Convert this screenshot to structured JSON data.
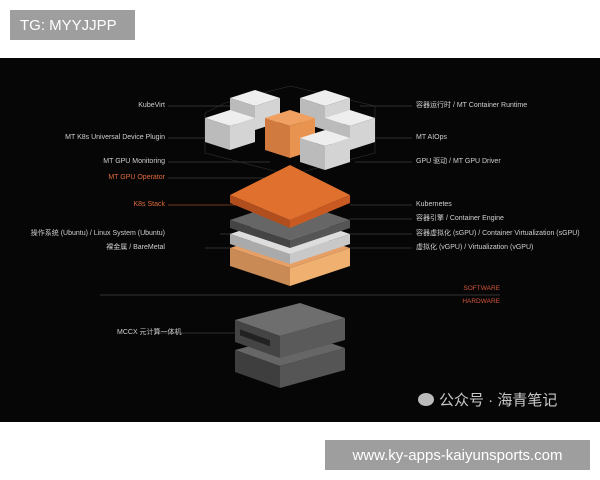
{
  "top_badge": "TG: MYYJJPP",
  "bottom_badge": "www.ky-apps-kaiyunsports.com",
  "diagram": {
    "left_labels": [
      "KubeVirt",
      "MT K8s Universal Device Plugin",
      "MT GPU Monitoring",
      "MT GPU Operator",
      "K8s Stack",
      "操作系统 (Ubuntu) / Linux System (Ubuntu)",
      "裸金属 / BareMetal"
    ],
    "right_labels": [
      "容器运行时 / MT Container Runtime",
      "MT AIOps",
      "GPU 驱动 / MT GPU Driver",
      "Kubernetes",
      "容器引擎 / Container Engine",
      "容器虚拟化 (sGPU) / Container Virtualization (sGPU)",
      "虚拟化 (vGPU) / Virtualization (vGPU)"
    ],
    "software": "SOFTWARE",
    "hardware": "HARDWARE",
    "hardware_label": "MCCX 元计算一体机",
    "accent": "#e06a3a"
  },
  "watermark": "公众号 · 海青笔记"
}
